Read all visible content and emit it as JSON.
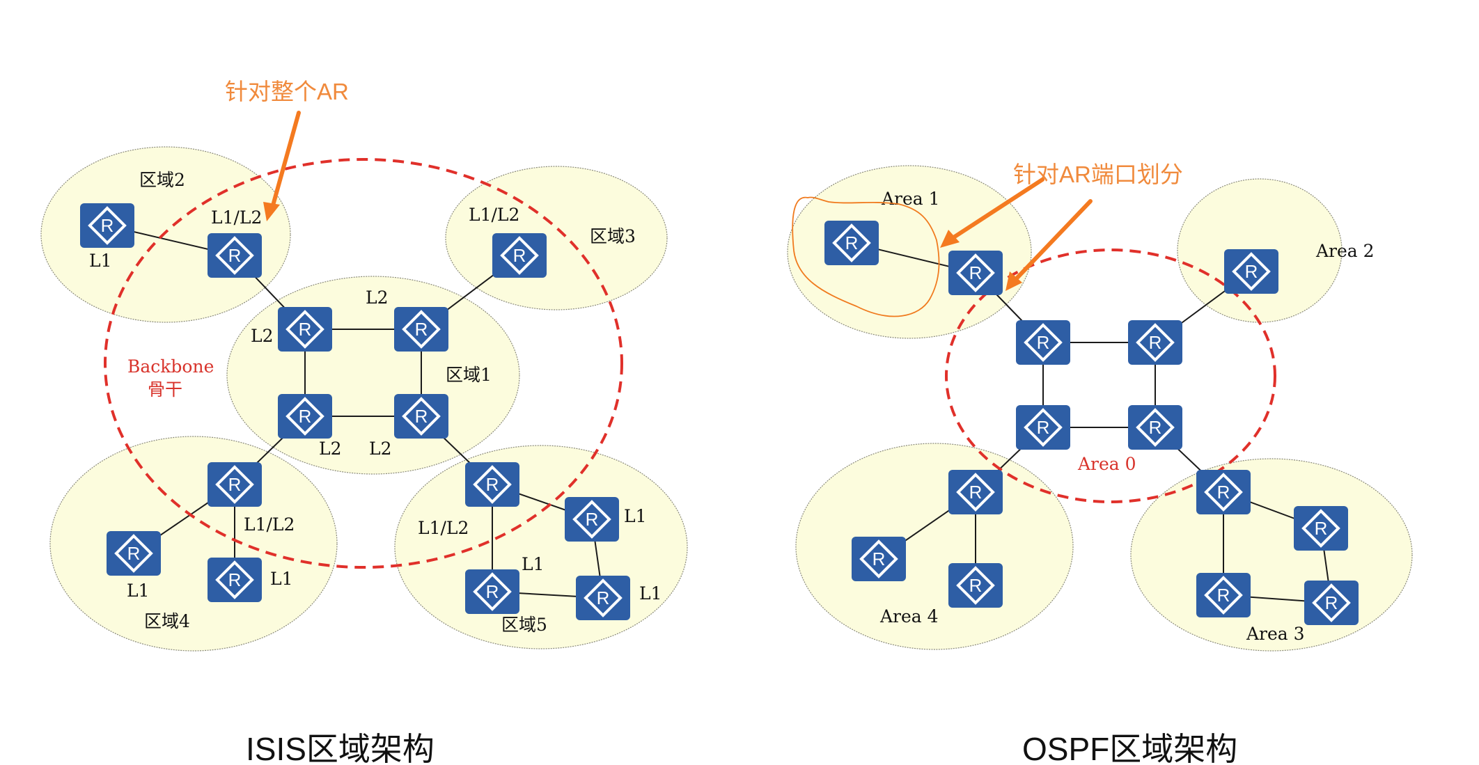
{
  "colors": {
    "router": "#2e5ea5",
    "area_fill": "#fcfcdd",
    "backbone": "#e0302a",
    "annotation": "#f47a20"
  },
  "isis": {
    "title": "ISIS区域架构",
    "annotation": "针对整个AR",
    "backbone_label": "Backbone",
    "backbone_label_cn": "骨干",
    "areas": [
      {
        "id": "area2",
        "label": "区域2"
      },
      {
        "id": "area3",
        "label": "区域3"
      },
      {
        "id": "area1",
        "label": "区域1"
      },
      {
        "id": "area4",
        "label": "区域4"
      },
      {
        "id": "area5",
        "label": "区域5"
      }
    ],
    "router_labels": {
      "a2_l1": "L1",
      "a2_l1l2": "L1/L2",
      "a3_l1l2": "L1/L2",
      "a1_top": "L2",
      "a1_left": "L2",
      "a1_bl": "L2",
      "a1_br": "L2",
      "a4_l1l2": "L1/L2",
      "a4_l1a": "L1",
      "a4_l1b": "L1",
      "a5_l1l2": "L1/L2",
      "a5_l1a": "L1",
      "a5_l1b": "L1",
      "a5_l1c": "L1"
    },
    "router_glyph": "R"
  },
  "ospf": {
    "title": "OSPF区域架构",
    "annotation": "针对AR端口划分",
    "areas": [
      {
        "id": "area1",
        "label": "Area 1"
      },
      {
        "id": "area2",
        "label": "Area 2"
      },
      {
        "id": "area0",
        "label": "Area 0"
      },
      {
        "id": "area4",
        "label": "Area 4"
      },
      {
        "id": "area3",
        "label": "Area 3"
      }
    ],
    "router_glyph": "R"
  }
}
